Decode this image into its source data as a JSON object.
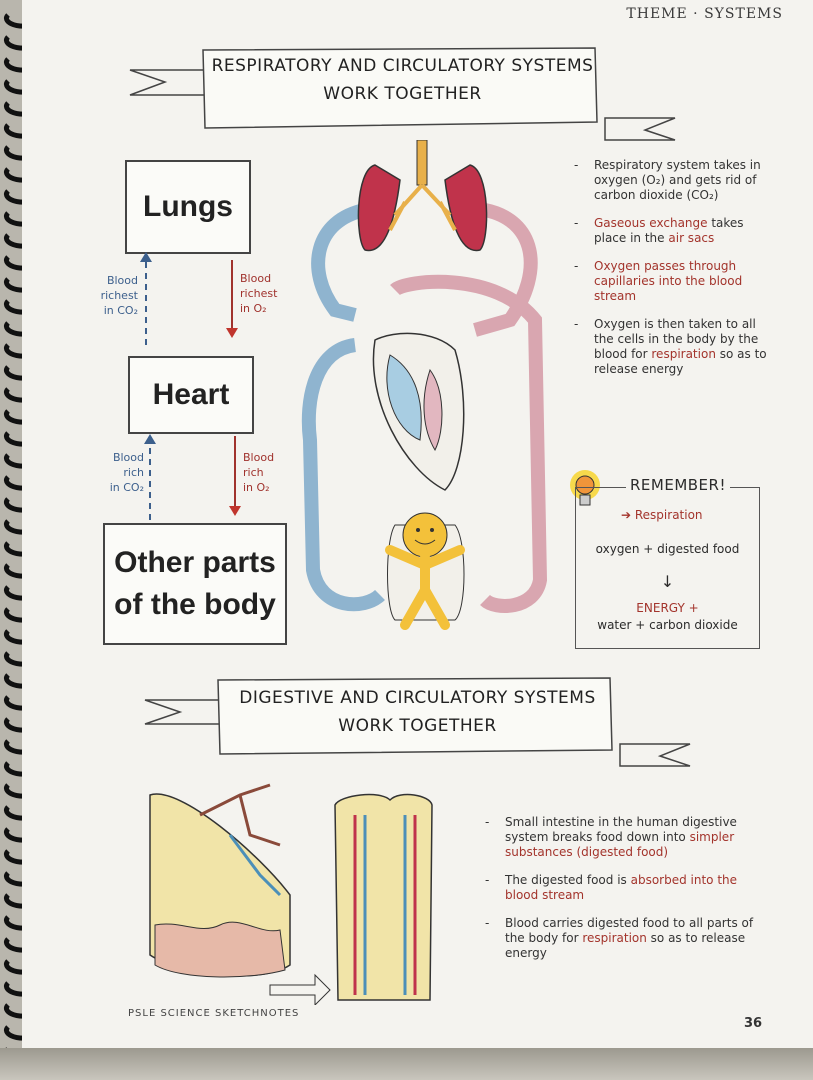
{
  "header": {
    "theme": "THEME · SYSTEMS"
  },
  "section1": {
    "title_line1": "RESPIRATORY AND CIRCULATORY SYSTEMS",
    "title_line2": "WORK TOGETHER"
  },
  "flowchart": {
    "lungs": "Lungs",
    "heart": "Heart",
    "other": "Other parts of the body",
    "up1": [
      "Blood",
      "richest",
      "in CO₂"
    ],
    "down1": [
      "Blood",
      "richest",
      "in O₂"
    ],
    "up2": [
      "Blood",
      "rich",
      "in CO₂"
    ],
    "down2": [
      "Blood",
      "rich",
      "in O₂"
    ]
  },
  "bullets_resp": [
    {
      "pre": "Respiratory system takes in oxygen (O₂) and gets rid of carbon dioxide (CO₂)",
      "hl": "",
      "mid": "",
      "hl2": "",
      "post": ""
    },
    {
      "pre": "",
      "hl": "Gaseous exchange",
      "mid": " takes place in the ",
      "hl2": "air sacs",
      "post": ""
    },
    {
      "pre": "",
      "hl": "Oxygen passes through capillaries into the blood stream",
      "mid": "",
      "hl2": "",
      "post": ""
    },
    {
      "pre": "Oxygen is then taken to all the cells in the body by the blood for ",
      "hl": "respiration",
      "mid": " so as to release energy",
      "hl2": "",
      "post": ""
    }
  ],
  "remember": {
    "title": "REMEMBER!",
    "arrow_label": "➔ Respiration",
    "line1": "oxygen + digested food",
    "arrow": "↓",
    "energy": "ENERGY +",
    "line2": "water + carbon dioxide"
  },
  "section2": {
    "title_line1": "DIGESTIVE AND CIRCULATORY SYSTEMS",
    "title_line2": "WORK TOGETHER"
  },
  "bullets_dig": [
    {
      "pre": "Small intestine in the human digestive system breaks food down into ",
      "hl": "simpler substances (digested food)",
      "mid": "",
      "hl2": "",
      "post": ""
    },
    {
      "pre": "The digested food is ",
      "hl": "absorbed into the blood stream",
      "mid": "",
      "hl2": "",
      "post": ""
    },
    {
      "pre": "Blood carries digested food to all parts of the body for ",
      "hl": "respiration",
      "mid": " so as to release energy",
      "hl2": "",
      "post": ""
    }
  ],
  "footer": {
    "book": "PSLE SCIENCE SKETCHNOTES",
    "page": "36"
  }
}
